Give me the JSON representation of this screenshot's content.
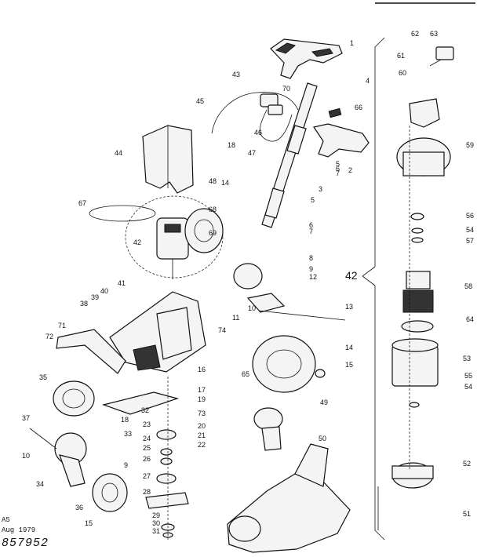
{
  "part_labels": [
    {
      "id": "1",
      "text": "1"
    },
    {
      "id": "2",
      "text": "2"
    },
    {
      "id": "3",
      "text": "3"
    },
    {
      "id": "4",
      "text": "4"
    },
    {
      "id": "5a",
      "text": "5"
    },
    {
      "id": "5b",
      "text": "5"
    },
    {
      "id": "6a",
      "text": "6"
    },
    {
      "id": "6b",
      "text": "6"
    },
    {
      "id": "7a",
      "text": "7"
    },
    {
      "id": "7b",
      "text": "7"
    },
    {
      "id": "8",
      "text": "8"
    },
    {
      "id": "9a",
      "text": "9"
    },
    {
      "id": "9b",
      "text": "9"
    },
    {
      "id": "10a",
      "text": "10"
    },
    {
      "id": "10b",
      "text": "10"
    },
    {
      "id": "11",
      "text": "11"
    },
    {
      "id": "12",
      "text": "12"
    },
    {
      "id": "13",
      "text": "13"
    },
    {
      "id": "14a",
      "text": "14"
    },
    {
      "id": "14b",
      "text": "14"
    },
    {
      "id": "15a",
      "text": "15"
    },
    {
      "id": "15b",
      "text": "15"
    },
    {
      "id": "16",
      "text": "16"
    },
    {
      "id": "17",
      "text": "17"
    },
    {
      "id": "18a",
      "text": "18"
    },
    {
      "id": "18b",
      "text": "18"
    },
    {
      "id": "19",
      "text": "19"
    },
    {
      "id": "20",
      "text": "20"
    },
    {
      "id": "21",
      "text": "21"
    },
    {
      "id": "22",
      "text": "22"
    },
    {
      "id": "23",
      "text": "23"
    },
    {
      "id": "24",
      "text": "24"
    },
    {
      "id": "25",
      "text": "25"
    },
    {
      "id": "26",
      "text": "26"
    },
    {
      "id": "27",
      "text": "27"
    },
    {
      "id": "28",
      "text": "28"
    },
    {
      "id": "29",
      "text": "29"
    },
    {
      "id": "30",
      "text": "30"
    },
    {
      "id": "31",
      "text": "31"
    },
    {
      "id": "32",
      "text": "32"
    },
    {
      "id": "33",
      "text": "33"
    },
    {
      "id": "34",
      "text": "34"
    },
    {
      "id": "35",
      "text": "35"
    },
    {
      "id": "36",
      "text": "36"
    },
    {
      "id": "37",
      "text": "37"
    },
    {
      "id": "38",
      "text": "38"
    },
    {
      "id": "39",
      "text": "39"
    },
    {
      "id": "40",
      "text": "40"
    },
    {
      "id": "41",
      "text": "41"
    },
    {
      "id": "42a",
      "text": "42"
    },
    {
      "id": "43",
      "text": "43"
    },
    {
      "id": "44",
      "text": "44"
    },
    {
      "id": "45",
      "text": "45"
    },
    {
      "id": "46",
      "text": "46"
    },
    {
      "id": "47",
      "text": "47"
    },
    {
      "id": "48",
      "text": "48"
    },
    {
      "id": "49",
      "text": "49"
    },
    {
      "id": "50",
      "text": "50"
    },
    {
      "id": "51",
      "text": "51"
    },
    {
      "id": "52",
      "text": "52"
    },
    {
      "id": "53",
      "text": "53"
    },
    {
      "id": "54a",
      "text": "54"
    },
    {
      "id": "54b",
      "text": "54"
    },
    {
      "id": "55",
      "text": "55"
    },
    {
      "id": "56",
      "text": "56"
    },
    {
      "id": "57",
      "text": "57"
    },
    {
      "id": "58",
      "text": "58"
    },
    {
      "id": "59",
      "text": "59"
    },
    {
      "id": "60",
      "text": "60"
    },
    {
      "id": "61",
      "text": "61"
    },
    {
      "id": "62",
      "text": "62"
    },
    {
      "id": "63",
      "text": "63"
    },
    {
      "id": "64",
      "text": "64"
    },
    {
      "id": "65",
      "text": "65"
    },
    {
      "id": "66",
      "text": "66"
    },
    {
      "id": "67",
      "text": "67"
    },
    {
      "id": "68",
      "text": "68"
    },
    {
      "id": "69",
      "text": "69"
    },
    {
      "id": "70",
      "text": "70"
    },
    {
      "id": "71",
      "text": "71"
    },
    {
      "id": "72",
      "text": "72"
    },
    {
      "id": "73",
      "text": "73"
    },
    {
      "id": "74",
      "text": "74"
    }
  ],
  "assembly_label": "42",
  "corner_notes": {
    "code": "A5",
    "date": "Aug 1979",
    "handwritten": "857952"
  }
}
